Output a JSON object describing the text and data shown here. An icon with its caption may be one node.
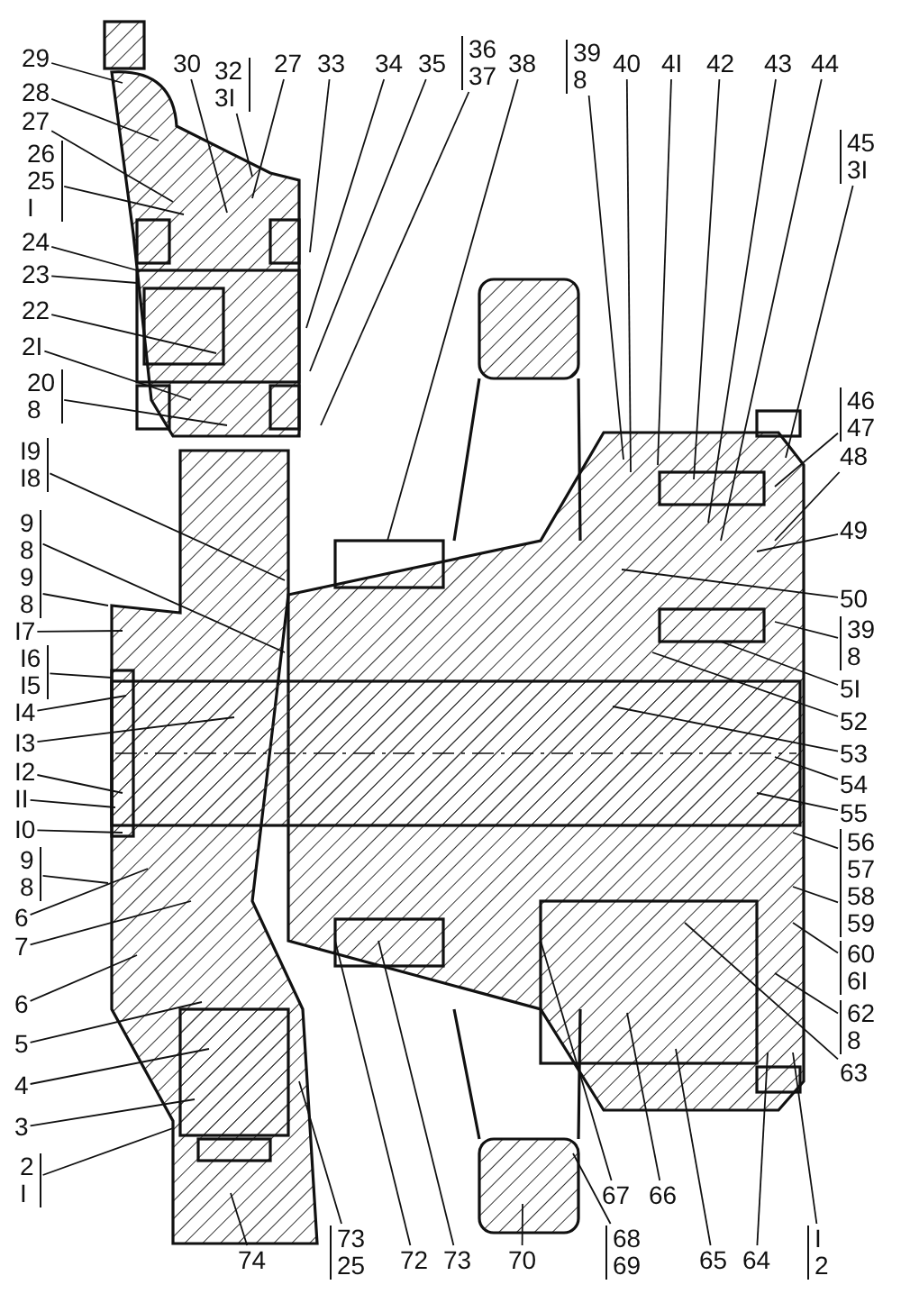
{
  "diagram": {
    "nodes": [
      {
        "text": [
          "29"
        ]
      },
      {
        "text": [
          "28"
        ]
      },
      {
        "text": [
          "27"
        ]
      },
      {
        "text": [
          "26",
          "25",
          "I"
        ]
      },
      {
        "text": [
          "24"
        ]
      },
      {
        "text": [
          "23"
        ]
      },
      {
        "text": [
          "22"
        ]
      },
      {
        "text": [
          "2I"
        ]
      },
      {
        "text": [
          "20",
          "8"
        ]
      },
      {
        "text": [
          "I9",
          "I8"
        ]
      },
      {
        "text": [
          "9",
          "8"
        ]
      },
      {
        "text": [
          "9",
          "8"
        ]
      },
      {
        "text": [
          "I7"
        ]
      },
      {
        "text": [
          "I6",
          "I5"
        ]
      },
      {
        "text": [
          "I4"
        ]
      },
      {
        "text": [
          "I3"
        ]
      },
      {
        "text": [
          "I2"
        ]
      },
      {
        "text": [
          "II"
        ]
      },
      {
        "text": [
          "I0"
        ]
      },
      {
        "text": [
          "9",
          "8"
        ]
      },
      {
        "text": [
          "6"
        ]
      },
      {
        "text": [
          "7"
        ]
      },
      {
        "text": [
          "6"
        ]
      },
      {
        "text": [
          "5"
        ]
      },
      {
        "text": [
          "4"
        ]
      },
      {
        "text": [
          "3"
        ]
      },
      {
        "text": [
          "2",
          "I"
        ]
      },
      {
        "text": [
          "30"
        ]
      },
      {
        "text": [
          "32",
          "3I"
        ]
      },
      {
        "text": [
          "27"
        ]
      },
      {
        "text": [
          "33"
        ]
      },
      {
        "text": [
          "34"
        ]
      },
      {
        "text": [
          "35"
        ]
      },
      {
        "text": [
          "36",
          "37"
        ]
      },
      {
        "text": [
          "38"
        ]
      },
      {
        "text": [
          "39",
          "8"
        ]
      },
      {
        "text": [
          "40"
        ]
      },
      {
        "text": [
          "4I"
        ]
      },
      {
        "text": [
          "42"
        ]
      },
      {
        "text": [
          "43"
        ]
      },
      {
        "text": [
          "44"
        ]
      },
      {
        "text": [
          "45",
          "3I"
        ]
      },
      {
        "text": [
          "46",
          "47"
        ]
      },
      {
        "text": [
          "48"
        ]
      },
      {
        "text": [
          "49"
        ]
      },
      {
        "text": [
          "50"
        ]
      },
      {
        "text": [
          "39",
          "8"
        ]
      },
      {
        "text": [
          "5I"
        ]
      },
      {
        "text": [
          "52"
        ]
      },
      {
        "text": [
          "53"
        ]
      },
      {
        "text": [
          "54"
        ]
      },
      {
        "text": [
          "55"
        ]
      },
      {
        "text": [
          "56",
          "57"
        ]
      },
      {
        "text": [
          "58",
          "59"
        ]
      },
      {
        "text": [
          "60",
          "6I"
        ]
      },
      {
        "text": [
          "62",
          "8"
        ]
      },
      {
        "text": [
          "63"
        ]
      },
      {
        "text": [
          "74"
        ]
      },
      {
        "text": [
          "73",
          "25"
        ]
      },
      {
        "text": [
          "72"
        ]
      },
      {
        "text": [
          "73"
        ]
      },
      {
        "text": [
          "70"
        ]
      },
      {
        "text": [
          "68",
          "69"
        ]
      },
      {
        "text": [
          "67"
        ]
      },
      {
        "text": [
          "66"
        ]
      },
      {
        "text": [
          "65"
        ]
      },
      {
        "text": [
          "64"
        ]
      },
      {
        "text": [
          "I",
          "2"
        ]
      }
    ],
    "edges": [
      {
        "from": 0,
        "to": null,
        "arrow": "none"
      },
      {
        "from": 1,
        "to": null,
        "arrow": "none"
      },
      {
        "from": 2,
        "to": null,
        "arrow": "none"
      },
      {
        "from": 3,
        "to": null,
        "arrow": "none"
      },
      {
        "from": 4,
        "to": null,
        "arrow": "none"
      },
      {
        "from": 5,
        "to": null,
        "arrow": "none"
      },
      {
        "from": 6,
        "to": null,
        "arrow": "none"
      },
      {
        "from": 7,
        "to": null,
        "arrow": "none"
      },
      {
        "from": 8,
        "to": null,
        "arrow": "none"
      },
      {
        "from": 9,
        "to": null,
        "arrow": "none"
      },
      {
        "from": 10,
        "to": null,
        "arrow": "none"
      },
      {
        "from": 11,
        "to": null,
        "arrow": "none"
      },
      {
        "from": 12,
        "to": null,
        "arrow": "none"
      },
      {
        "from": 13,
        "to": null,
        "arrow": "none"
      },
      {
        "from": 14,
        "to": null,
        "arrow": "none"
      },
      {
        "from": 15,
        "to": null,
        "arrow": "none"
      },
      {
        "from": 16,
        "to": null,
        "arrow": "none"
      },
      {
        "from": 17,
        "to": null,
        "arrow": "none"
      },
      {
        "from": 18,
        "to": null,
        "arrow": "none"
      },
      {
        "from": 19,
        "to": null,
        "arrow": "none"
      },
      {
        "from": 20,
        "to": null,
        "arrow": "none"
      },
      {
        "from": 21,
        "to": null,
        "arrow": "none"
      },
      {
        "from": 22,
        "to": null,
        "arrow": "none"
      },
      {
        "from": 23,
        "to": null,
        "arrow": "none"
      },
      {
        "from": 24,
        "to": null,
        "arrow": "none"
      },
      {
        "from": 25,
        "to": null,
        "arrow": "none"
      },
      {
        "from": 26,
        "to": null,
        "arrow": "none"
      },
      {
        "from": 27,
        "to": null,
        "arrow": "none"
      },
      {
        "from": 28,
        "to": null,
        "arrow": "none"
      },
      {
        "from": 29,
        "to": null,
        "arrow": "none"
      },
      {
        "from": 30,
        "to": null,
        "arrow": "none"
      },
      {
        "from": 31,
        "to": null,
        "arrow": "none"
      },
      {
        "from": 32,
        "to": null,
        "arrow": "none"
      },
      {
        "from": 33,
        "to": null,
        "arrow": "none"
      },
      {
        "from": 34,
        "to": null,
        "arrow": "none"
      },
      {
        "from": 35,
        "to": null,
        "arrow": "none"
      },
      {
        "from": 36,
        "to": null,
        "arrow": "none"
      },
      {
        "from": 37,
        "to": null,
        "arrow": "none"
      },
      {
        "from": 38,
        "to": null,
        "arrow": "none"
      },
      {
        "from": 39,
        "to": null,
        "arrow": "none"
      },
      {
        "from": 40,
        "to": null,
        "arrow": "none"
      },
      {
        "from": 41,
        "to": null,
        "arrow": "none"
      },
      {
        "from": 42,
        "to": null,
        "arrow": "none"
      },
      {
        "from": 43,
        "to": null,
        "arrow": "none"
      },
      {
        "from": 44,
        "to": null,
        "arrow": "none"
      },
      {
        "from": 45,
        "to": null,
        "arrow": "none"
      },
      {
        "from": 46,
        "to": null,
        "arrow": "none"
      },
      {
        "from": 47,
        "to": null,
        "arrow": "none"
      },
      {
        "from": 48,
        "to": null,
        "arrow": "none"
      },
      {
        "from": 49,
        "to": null,
        "arrow": "none"
      },
      {
        "from": 50,
        "to": null,
        "arrow": "none"
      },
      {
        "from": 51,
        "to": null,
        "arrow": "none"
      },
      {
        "from": 52,
        "to": null,
        "arrow": "none"
      },
      {
        "from": 53,
        "to": null,
        "arrow": "none"
      },
      {
        "from": 54,
        "to": null,
        "arrow": "none"
      },
      {
        "from": 55,
        "to": null,
        "arrow": "none"
      },
      {
        "from": 56,
        "to": null,
        "arrow": "none"
      },
      {
        "from": 57,
        "to": null,
        "arrow": "none"
      },
      {
        "from": 58,
        "to": null,
        "arrow": "none"
      },
      {
        "from": 59,
        "to": null,
        "arrow": "none"
      },
      {
        "from": 60,
        "to": null,
        "arrow": "none"
      },
      {
        "from": 61,
        "to": null,
        "arrow": "none"
      },
      {
        "from": 62,
        "to": null,
        "arrow": "none"
      },
      {
        "from": 63,
        "to": null,
        "arrow": "none"
      },
      {
        "from": 64,
        "to": null,
        "arrow": "none"
      },
      {
        "from": 65,
        "to": null,
        "arrow": "none"
      },
      {
        "from": 66,
        "to": null,
        "arrow": "none"
      },
      {
        "from": 67,
        "to": null,
        "arrow": "none"
      }
    ]
  }
}
